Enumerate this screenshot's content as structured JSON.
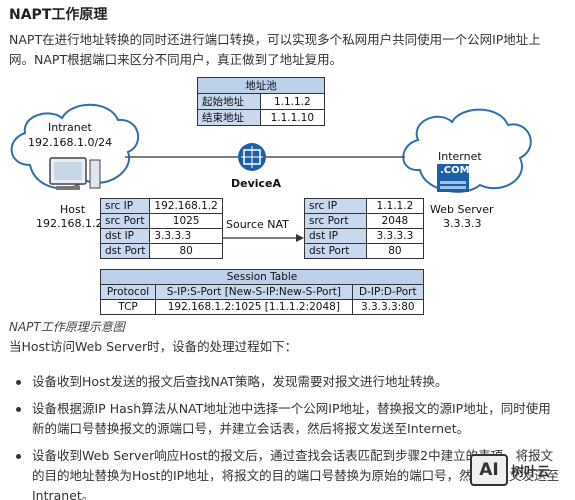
{
  "title": "NAPT工作原理",
  "intro": "NAPT在进行地址转换的同时还进行端口转换，可以实现多个私网用户共同使用一个公网IP地址上网。NAPT根据端口来区分不同用户，真正做到了地址复用。",
  "figure": {
    "address_pool": {
      "header": "地址池",
      "rows": [
        {
          "label": "起始地址",
          "value": "1.1.1.2"
        },
        {
          "label": "结束地址",
          "value": "1.1.1.10"
        }
      ]
    },
    "intranet": {
      "label": "Intranet",
      "subnet": "192.168.1.0/24"
    },
    "internet": {
      "label": "Internet",
      "badge": ".COM"
    },
    "device": {
      "label": "DeviceA"
    },
    "host": {
      "label": "Host",
      "ip": "192.168.1.2"
    },
    "web_server": {
      "label": "Web Server",
      "ip": "3.3.3.3"
    },
    "nat_label": "Source NAT",
    "left_packet": [
      {
        "label": "src IP",
        "value": "192.168.1.2"
      },
      {
        "label": "src Port",
        "value": "1025"
      },
      {
        "label": "dst IP",
        "value": "3.3.3.3"
      },
      {
        "label": "dst Port",
        "value": "80"
      }
    ],
    "right_packet": [
      {
        "label": "src IP",
        "value": "1.1.1.2"
      },
      {
        "label": "src Port",
        "value": "2048"
      },
      {
        "label": "dst IP",
        "value": "3.3.3.3"
      },
      {
        "label": "dst Port",
        "value": "80"
      }
    ],
    "session_table": {
      "header": "Session Table",
      "columns": [
        "Protocol",
        "S-IP:S-Port [New-S-IP:New-S-Port]",
        "D-IP:D-Port"
      ],
      "row": [
        "TCP",
        "192.168.1.2:1025 [1.1.1.2:2048]",
        "3.3.3.3:80"
      ]
    },
    "colors": {
      "cloud_stroke": "#2d6fb2",
      "device_blue": "#1f5fa8",
      "table_fill": "#c7d8ef"
    }
  },
  "caption": "NAPT工作原理示意图",
  "lead": "当Host访问Web Server时，设备的处理过程如下：",
  "bullets": [
    "设备收到Host发送的报文后查找NAT策略，发现需要对报文进行地址转换。",
    "设备根据源IP Hash算法从NAT地址池中选择一个公网IP地址，替换报文的源IP地址，同时使用新的端口号替换报文的源端口号，并建立会话表，然后将报文发送至Internet。",
    "设备收到Web Server响应Host的报文后，通过查找会话表匹配到步骤2中建立的表项，将报文的目的地址替换为Host的IP地址，将报文的目的端口号替换为原始的端口号，然后将报文发送至Intranet。"
  ],
  "watermark": {
    "logo": "AI",
    "text": "树叶云"
  }
}
